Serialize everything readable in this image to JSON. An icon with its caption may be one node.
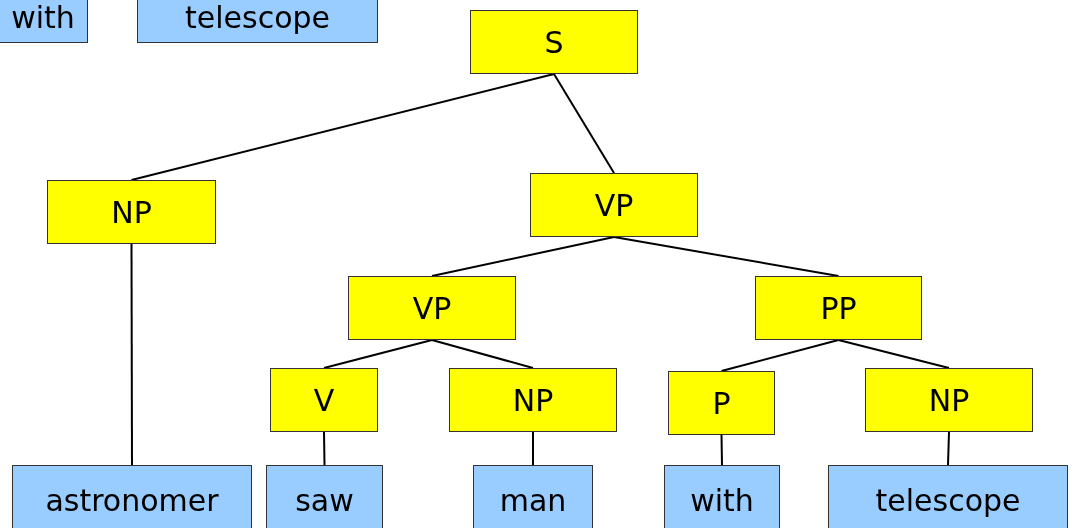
{
  "diagram": {
    "nodes": [
      {
        "text": [
          "with"
        ]
      },
      {
        "text": [
          "telescope"
        ]
      },
      {
        "text": [
          "S"
        ]
      },
      {
        "text": [
          "NP"
        ]
      },
      {
        "text": [
          "VP"
        ]
      },
      {
        "text": [
          "VP"
        ]
      },
      {
        "text": [
          "PP"
        ]
      },
      {
        "text": [
          "V"
        ]
      },
      {
        "text": [
          "NP"
        ]
      },
      {
        "text": [
          "P"
        ]
      },
      {
        "text": [
          "NP"
        ]
      },
      {
        "text": [
          "astronomer"
        ]
      },
      {
        "text": [
          "saw"
        ]
      },
      {
        "text": [
          "man"
        ]
      },
      {
        "text": [
          "with"
        ]
      },
      {
        "text": [
          "telescope"
        ]
      }
    ],
    "edges": [
      {
        "from": 2,
        "to": 3,
        "arrow": "none"
      },
      {
        "from": 2,
        "to": 4,
        "arrow": "none"
      },
      {
        "from": 3,
        "to": 11,
        "arrow": "none"
      },
      {
        "from": 4,
        "to": 5,
        "arrow": "none"
      },
      {
        "from": 4,
        "to": 6,
        "arrow": "none"
      },
      {
        "from": 5,
        "to": 7,
        "arrow": "none"
      },
      {
        "from": 5,
        "to": 8,
        "arrow": "none"
      },
      {
        "from": 7,
        "to": 12,
        "arrow": "none"
      },
      {
        "from": 8,
        "to": 13,
        "arrow": "none"
      },
      {
        "from": 6,
        "to": 9,
        "arrow": "none"
      },
      {
        "from": 6,
        "to": 10,
        "arrow": "none"
      },
      {
        "from": 9,
        "to": 14,
        "arrow": "none"
      },
      {
        "from": 10,
        "to": 15,
        "arrow": "none"
      }
    ]
  }
}
